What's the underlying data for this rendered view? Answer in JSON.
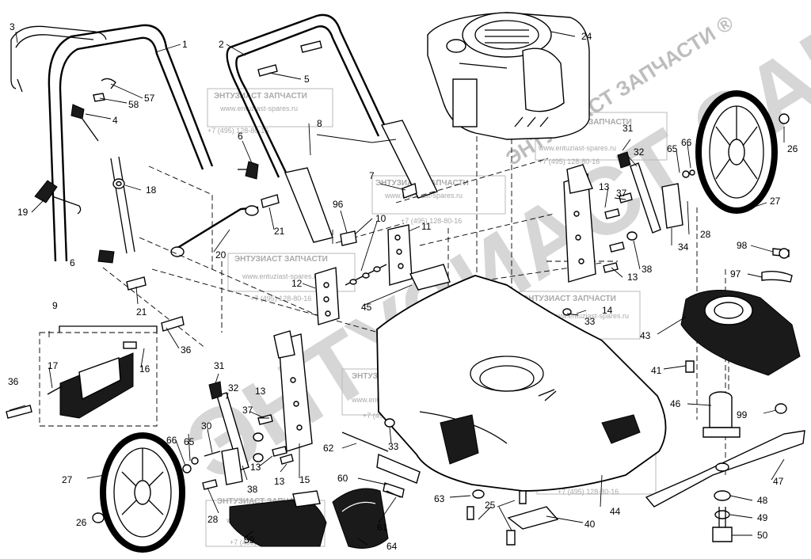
{
  "watermark": {
    "brand": "ЭНТУЗИАСТ ЗАПЧАСТИ",
    "brand_registered": "ЭНТУЗИАСТ ЗАПЧАСТИ ®",
    "url": "www.entuziast-spares.ru",
    "phone": "+7 (495) 128-80-16"
  },
  "callouts": {
    "c1": "1",
    "c2": "2",
    "c3": "3",
    "c4": "4",
    "c5": "5",
    "c6a": "6",
    "c6b": "6",
    "c7": "7",
    "c8": "8",
    "c9": "9",
    "c10": "10",
    "c11": "11",
    "c12": "12",
    "c13a": "13",
    "c13b": "13",
    "c13c": "13",
    "c13d": "13",
    "c13e": "13",
    "c14": "14",
    "c15": "15",
    "c16": "16",
    "c17": "17",
    "c18": "18",
    "c19": "19",
    "c20": "20",
    "c21a": "21",
    "c21b": "21",
    "c24": "24",
    "c25": "25",
    "c26a": "26",
    "c26b": "26",
    "c27a": "27",
    "c27b": "27",
    "c28a": "28",
    "c28b": "28",
    "c30": "30",
    "c31a": "31",
    "c31b": "31",
    "c32a": "32",
    "c32b": "32",
    "c33a": "33",
    "c33b": "33",
    "c34": "34",
    "c36a": "36",
    "c36b": "36",
    "c37a": "37",
    "c37b": "37",
    "c38a": "38",
    "c38b": "38",
    "c40": "40",
    "c41": "41",
    "c43": "43",
    "c44": "44",
    "c45": "45",
    "c46": "46",
    "c47": "47",
    "c48": "48",
    "c49": "49",
    "c50": "50",
    "c57": "57",
    "c58": "58",
    "c59": "59",
    "c60": "60",
    "c61": "61",
    "c62": "62",
    "c63": "63",
    "c64": "64",
    "c65a": "65",
    "c65b": "65",
    "c66a": "66",
    "c66b": "66",
    "c96": "96",
    "c97": "97",
    "c98": "98",
    "c99": "99"
  }
}
